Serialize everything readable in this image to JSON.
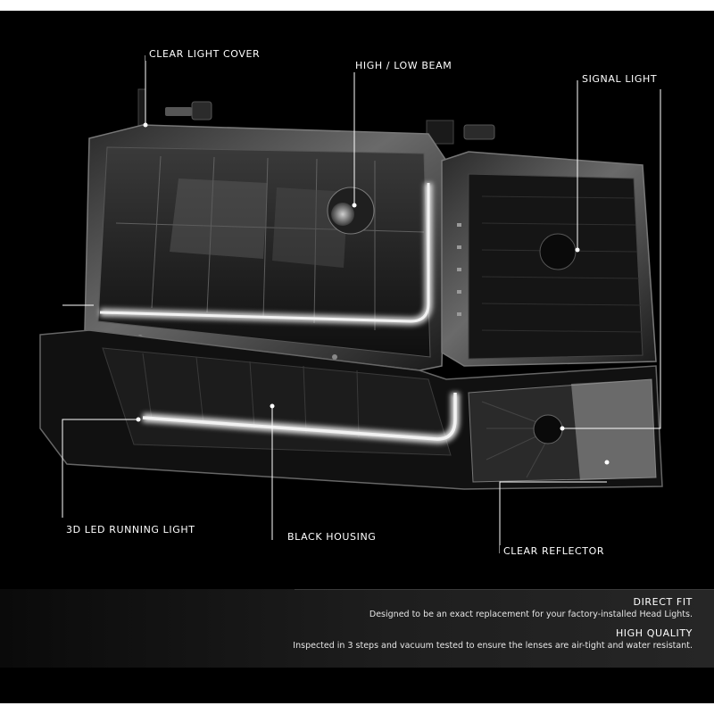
{
  "callouts": {
    "clear_light_cover": "CLEAR LIGHT COVER",
    "high_low_beam": "HIGH / LOW BEAM",
    "signal_light": "SIGNAL LIGHT",
    "led_running_light": "3D LED RUNNING LIGHT",
    "black_housing": "BLACK HOUSING",
    "clear_reflector": "CLEAR REFLECTOR"
  },
  "features": [
    {
      "title": "DIRECT FIT",
      "text": "Designed to be an exact replacement for your factory-installed Head Lights."
    },
    {
      "title": "HIGH QUALITY",
      "text": "Inspected in 3 steps and vacuum tested to ensure the lenses are air-tight and water resistant."
    }
  ],
  "colors": {
    "background": "#000000",
    "line": "#ffffff",
    "led_glow": "#f2f2f2"
  }
}
